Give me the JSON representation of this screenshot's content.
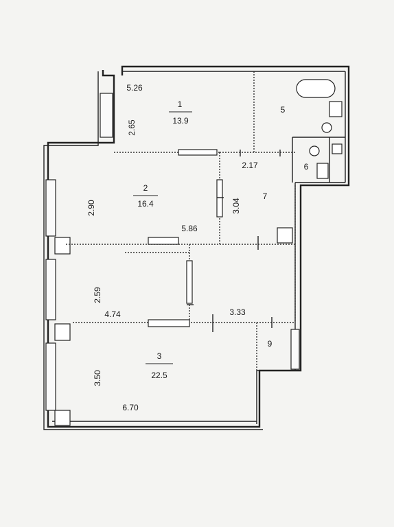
{
  "rooms": [
    {
      "number": "1",
      "area": "13.9"
    },
    {
      "number": "2",
      "area": "16.4"
    },
    {
      "number": "3",
      "area": "22.5"
    },
    {
      "number": "5"
    },
    {
      "number": "6"
    },
    {
      "number": "7"
    },
    {
      "number": "9"
    }
  ],
  "dimensions": {
    "room1_width": "5.26",
    "room1_depth": "2.65",
    "room2_depth": "2.90",
    "room2_width": "5.86",
    "hall_width": "2.17",
    "hall_depth": "3.04",
    "kitchen_depth": "2.59",
    "kitchen_width": "4.74",
    "corridor_width": "3.33",
    "room3_depth": "3.50",
    "room3_width": "6.70"
  }
}
